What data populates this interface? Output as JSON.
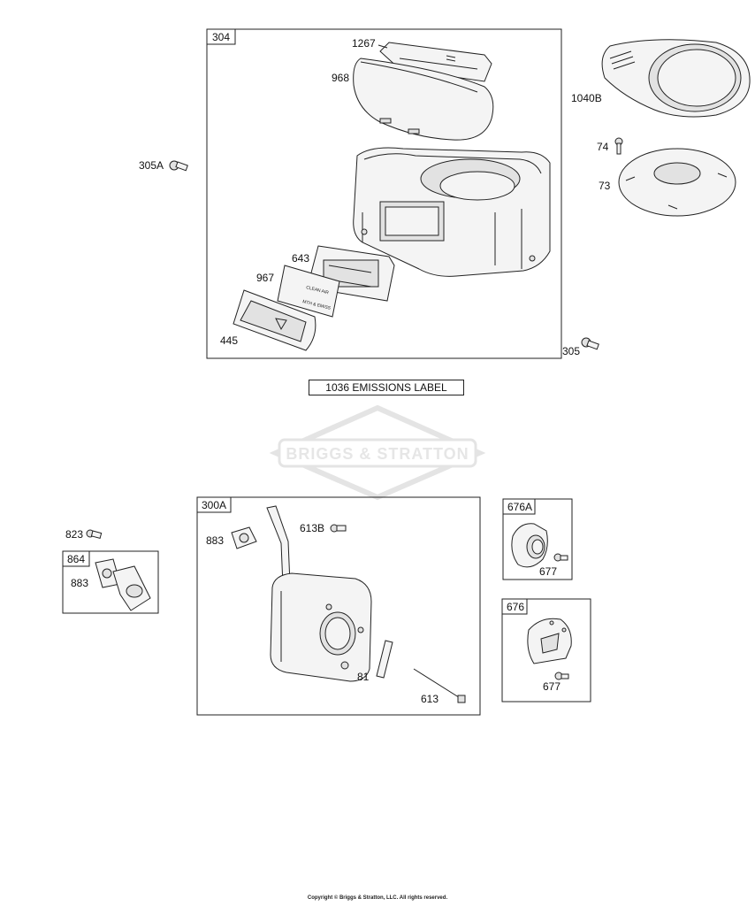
{
  "diagram": {
    "box_labels": {
      "b304": "304",
      "b300A": "300A",
      "b864": "864",
      "b676A": "676A",
      "b676": "676"
    },
    "part_labels": {
      "p1267": "1267",
      "p968": "968",
      "p305A": "305A",
      "p1040B": "1040B",
      "p74": "74",
      "p73": "73",
      "p643": "643",
      "p967": "967",
      "p445": "445",
      "p305": "305",
      "p823": "823",
      "p883a": "883",
      "p883b": "883",
      "p613B": "613B",
      "p81": "81",
      "p613": "613",
      "p677a": "677",
      "p677b": "677"
    },
    "emissions_label": "1036 EMISSIONS LABEL",
    "watermark": "BRIGGS & STRATTON",
    "decal_text": {
      "line1": "CLEAN AIR",
      "line2": "MTH & EMISS"
    },
    "copyright": "Copyright © Briggs & Stratton, LLC. All rights reserved."
  }
}
